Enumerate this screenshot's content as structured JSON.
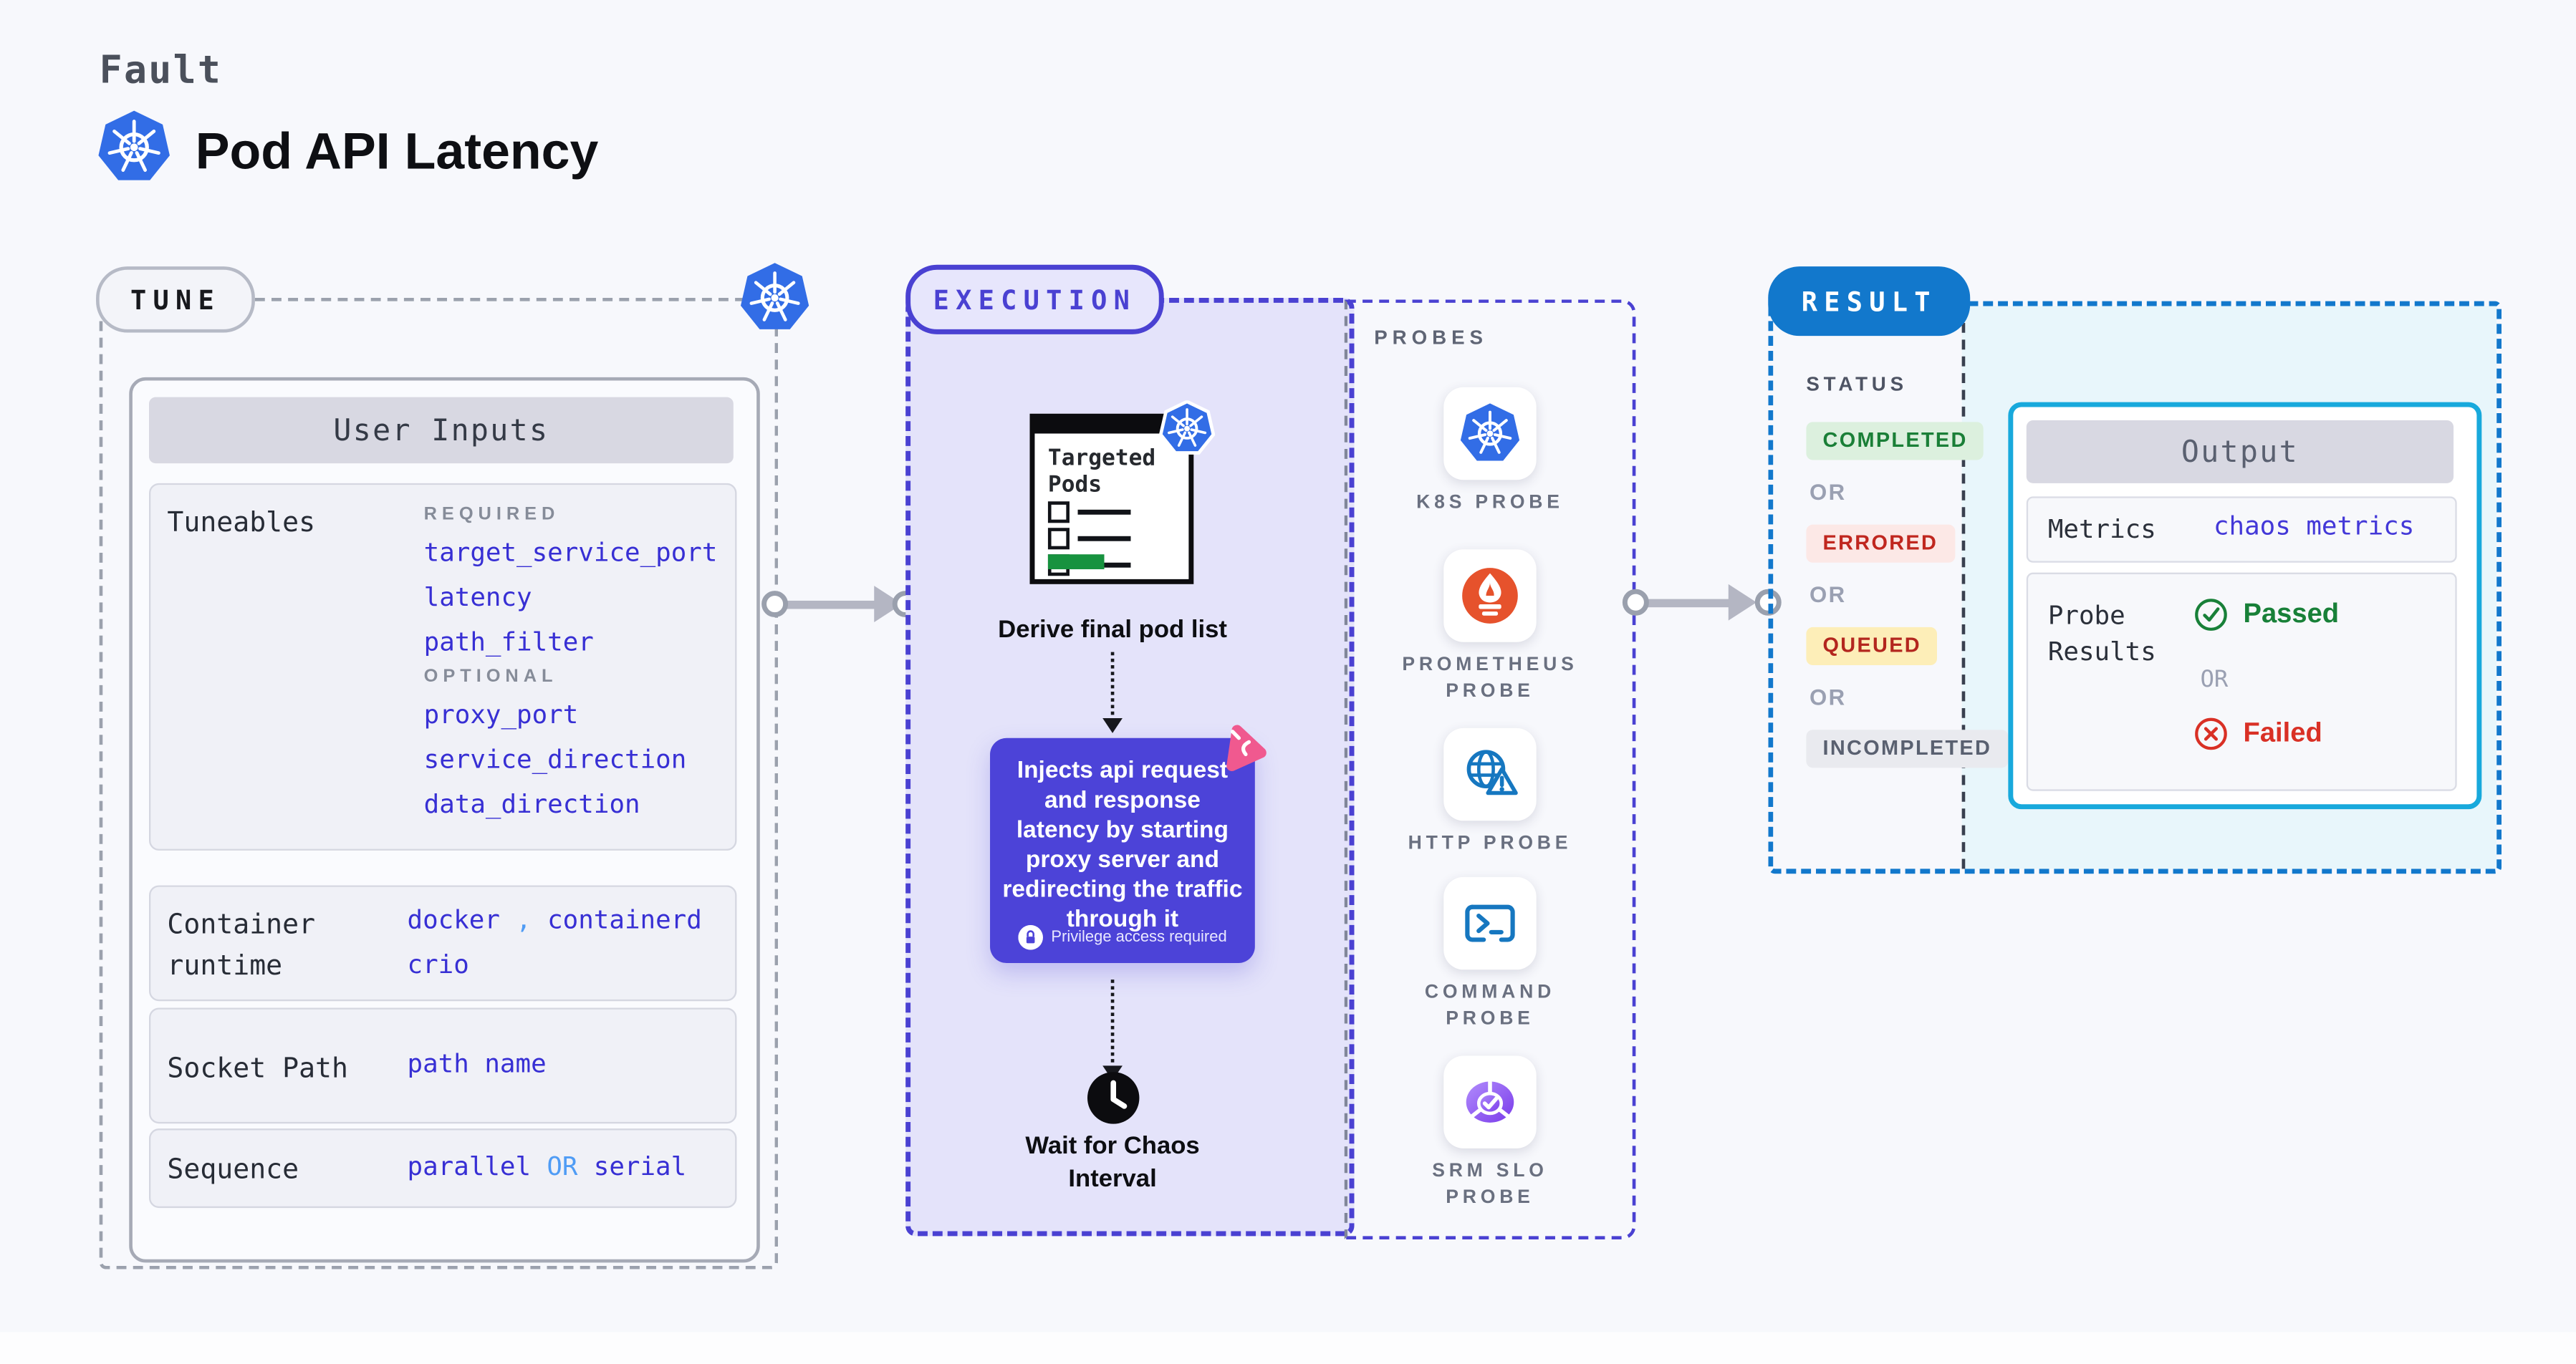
{
  "header": {
    "category": "Fault",
    "title": "Pod API Latency"
  },
  "tune": {
    "label": "TUNE",
    "user_inputs": {
      "header": "User Inputs",
      "tuneables": {
        "label": "Tuneables",
        "required_label": "REQUIRED",
        "required_items": [
          "target_service_port",
          "latency",
          "path_filter"
        ],
        "optional_label": "OPTIONAL",
        "optional_items": [
          "proxy_port",
          "service_direction",
          "data_direction"
        ]
      },
      "container_runtime": {
        "label": "Container runtime",
        "value_1": "docker",
        "comma": ",",
        "value_2": "containerd",
        "value_3": "crio"
      },
      "socket_path": {
        "label": "Socket Path",
        "value": "path name"
      },
      "sequence": {
        "label": "Sequence",
        "value_1": "parallel",
        "or": "OR",
        "value_2": "serial"
      }
    }
  },
  "execution": {
    "label": "EXECUTION",
    "targeted_pods_title": "Targeted Pods",
    "derive_caption": "Derive final pod list",
    "inject_text": "Injects api request and response latency by starting proxy server and redirecting the traffic through it",
    "privilege_note": "Privilege access required",
    "wait_caption_line1": "Wait for Chaos",
    "wait_caption_line2": "Interval"
  },
  "probes": {
    "label": "PROBES",
    "items": [
      {
        "name": "K8S PROBE",
        "icon": "kubernetes-icon"
      },
      {
        "name": "PROMETHEUS PROBE",
        "icon": "prometheus-icon"
      },
      {
        "name": "HTTP PROBE",
        "icon": "globe-alert-icon"
      },
      {
        "name": "COMMAND PROBE",
        "icon": "terminal-icon"
      },
      {
        "name": "SRM SLO PROBE",
        "icon": "slo-gauge-icon"
      }
    ]
  },
  "result": {
    "label": "RESULT",
    "status": {
      "label": "STATUS",
      "or_label": "OR",
      "badges": [
        {
          "text": "COMPLETED",
          "fg": "#1a7f37",
          "bg": "#dcf0de"
        },
        {
          "text": "ERRORED",
          "fg": "#c0271f",
          "bg": "#fce8e6"
        },
        {
          "text": "QUEUED",
          "fg": "#b3261e",
          "bg": "#fdeeb8"
        },
        {
          "text": "INCOMPLETED",
          "fg": "#596070",
          "bg": "#e9eaef"
        }
      ]
    },
    "output": {
      "header": "Output",
      "metrics_label": "Metrics",
      "metrics_value": "chaos metrics",
      "probe_results_label": "Probe Results",
      "passed_label": "Passed",
      "or_label": "OR",
      "failed_label": "Failed"
    }
  },
  "colors": {
    "indigo": "#4a41d2",
    "param_blue": "#372fd4",
    "link_blue": "#4f9cf5",
    "result_blue": "#1278cc",
    "output_cyan": "#18a9dc",
    "k8s_blue": "#326de6",
    "prometheus_orange": "#e6522c",
    "litmus_pink": "#f0598f",
    "passed_green": "#188038",
    "failed_red": "#d93025",
    "inject_purple": "#4c43d8",
    "execution_bg": "#e4e3fa",
    "result_panel_bg": "#e8f6fb"
  }
}
